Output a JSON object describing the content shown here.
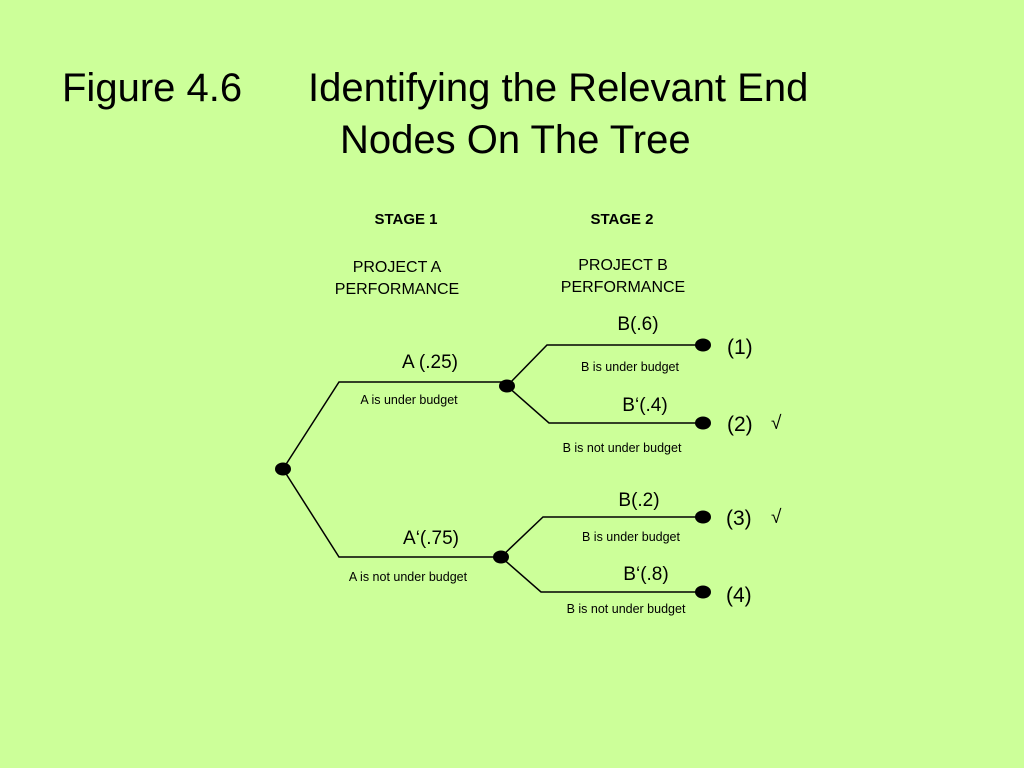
{
  "slide": {
    "title_number": "Figure 4.6",
    "title_line1": "Identifying the Relevant End",
    "title_line2": "Nodes On The Tree"
  },
  "stages": {
    "stage1": {
      "heading": "STAGE 1",
      "line1": "PROJECT A",
      "line2": "PERFORMANCE"
    },
    "stage2": {
      "heading": "STAGE 2",
      "line1": "PROJECT B",
      "line2": "PERFORMANCE"
    }
  },
  "stage1_branches": {
    "upper": {
      "label": "A (.25)",
      "description": "A is under budget"
    },
    "lower": {
      "label": "A‘(.75)",
      "description": "A is not under budget"
    }
  },
  "stage2_branches": {
    "b1": {
      "label": "B(.6)",
      "description": "B is under budget"
    },
    "b2": {
      "label": "B‘(.4)",
      "description": "B is not under budget"
    },
    "b3": {
      "label": "B(.2)",
      "description": "B is under budget"
    },
    "b4": {
      "label": "B‘(.8)",
      "description": "B is not under budget"
    }
  },
  "end_nodes": {
    "e1": {
      "number": "(1)",
      "mark": ""
    },
    "e2": {
      "number": "(2)",
      "mark": "√"
    },
    "e3": {
      "number": "(3)",
      "mark": "√"
    },
    "e4": {
      "number": "(4)",
      "mark": ""
    }
  }
}
